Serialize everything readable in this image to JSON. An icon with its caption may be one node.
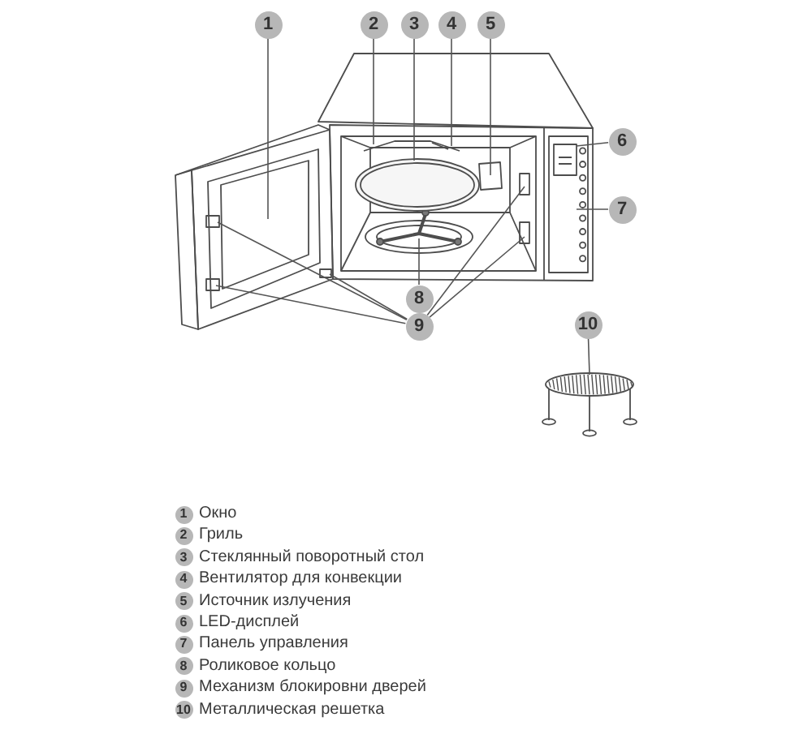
{
  "diagram": {
    "nodes": [
      {
        "text": [
          "1"
        ]
      },
      {
        "text": [
          "2"
        ]
      },
      {
        "text": [
          "3"
        ]
      },
      {
        "text": [
          "4"
        ]
      },
      {
        "text": [
          "5"
        ]
      },
      {
        "text": [
          "6"
        ]
      },
      {
        "text": [
          "7"
        ]
      },
      {
        "text": [
          "8"
        ]
      },
      {
        "text": [
          "9"
        ]
      },
      {
        "text": [
          "10"
        ]
      },
      {
        "text": [
          "1"
        ],
        "beside": [
          "Окно"
        ]
      },
      {
        "text": [
          "2"
        ],
        "beside": [
          "Гриль"
        ]
      },
      {
        "text": [
          "3"
        ],
        "beside": [
          "Стеклянный поворотный стол"
        ]
      },
      {
        "text": [
          "4"
        ],
        "beside": [
          "Вентилятор для конвекции"
        ]
      },
      {
        "text": [
          "5"
        ],
        "beside": [
          "Источник излучения"
        ]
      },
      {
        "text": [
          "6"
        ],
        "beside": [
          "LED-дисплей"
        ]
      },
      {
        "text": [
          "7"
        ],
        "beside": [
          "Панель управления"
        ]
      },
      {
        "text": [
          "8"
        ],
        "beside": [
          "Роликовое кольцо"
        ]
      },
      {
        "text": [
          "9"
        ],
        "beside": [
          "Механизм блокировни дверей"
        ]
      },
      {
        "text": [
          "10"
        ],
        "beside": [
          "Металлическая решетка"
        ]
      }
    ],
    "edges": [
      {
        "from": 0,
        "to": null,
        "arrow": "none"
      },
      {
        "from": 1,
        "to": null,
        "arrow": "none"
      },
      {
        "from": 2,
        "to": null,
        "arrow": "none"
      },
      {
        "from": 3,
        "to": null,
        "arrow": "none"
      },
      {
        "from": 4,
        "to": null,
        "arrow": "none"
      },
      {
        "from": 5,
        "to": null,
        "arrow": "none"
      },
      {
        "from": 6,
        "to": null,
        "arrow": "none"
      },
      {
        "from": 7,
        "to": null,
        "arrow": "none"
      },
      {
        "from": 8,
        "to": null,
        "arrow": "none"
      },
      {
        "from": 8,
        "to": null,
        "arrow": "none"
      },
      {
        "from": 8,
        "to": null,
        "arrow": "none"
      },
      {
        "from": 8,
        "to": null,
        "arrow": "none"
      },
      {
        "from": 8,
        "to": null,
        "arrow": "none"
      },
      {
        "from": 9,
        "to": null,
        "arrow": "none"
      }
    ]
  }
}
